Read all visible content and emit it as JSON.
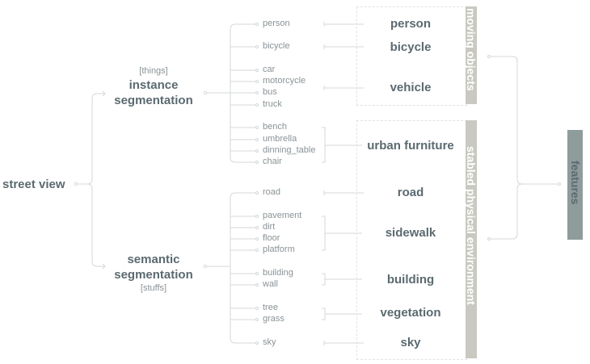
{
  "root": "street view",
  "branches": [
    {
      "tag": "[things]",
      "title1": "instance",
      "title2": "segmentation"
    },
    {
      "tag": "[stuffs]",
      "title1": "semantic",
      "title2": "segmentation"
    }
  ],
  "classes": [
    "person",
    "bicycle",
    "car",
    "motorcycle",
    "bus",
    "truck",
    "bench",
    "umbrella",
    "dinning_table",
    "chair",
    "road",
    "pavement",
    "dirt",
    "floor",
    "platform",
    "building",
    "wall",
    "tree",
    "grass",
    "sky"
  ],
  "categories": [
    "person",
    "bicycle",
    "vehicle",
    "urban furniture",
    "road",
    "sidewalk",
    "building",
    "vegetation",
    "sky"
  ],
  "groups": [
    "moving objects",
    "stabled physical environment"
  ],
  "output": "features",
  "colors": {
    "text": "#5b6a70",
    "leaf": "#8a9296",
    "group_bar": "#c9c9c1",
    "features_bar": "#8f9c9c",
    "line": "#d4d8d8"
  }
}
